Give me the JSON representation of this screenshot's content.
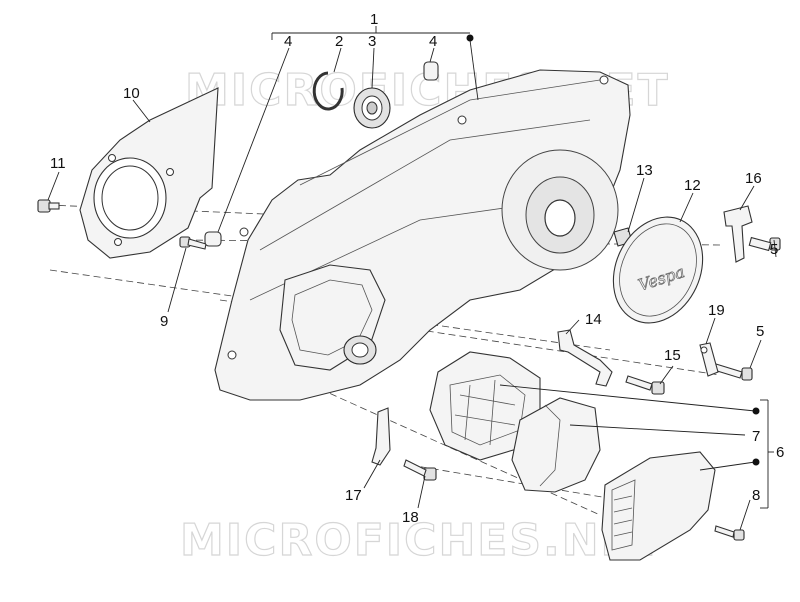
{
  "watermark": "MICROFICHES.NET",
  "callouts": {
    "c1": "1",
    "c2": "2",
    "c3": "3",
    "c4a": "4",
    "c4b": "4",
    "c5a": "5",
    "c5b": "5",
    "c6": "6",
    "c7": "7",
    "c8": "8",
    "c9": "9",
    "c10": "10",
    "c11": "11",
    "c12": "12",
    "c13": "13",
    "c14": "14",
    "c15": "15",
    "c16": "16",
    "c17": "17",
    "c18": "18",
    "c19": "19"
  },
  "cover_logo": "Vespa"
}
